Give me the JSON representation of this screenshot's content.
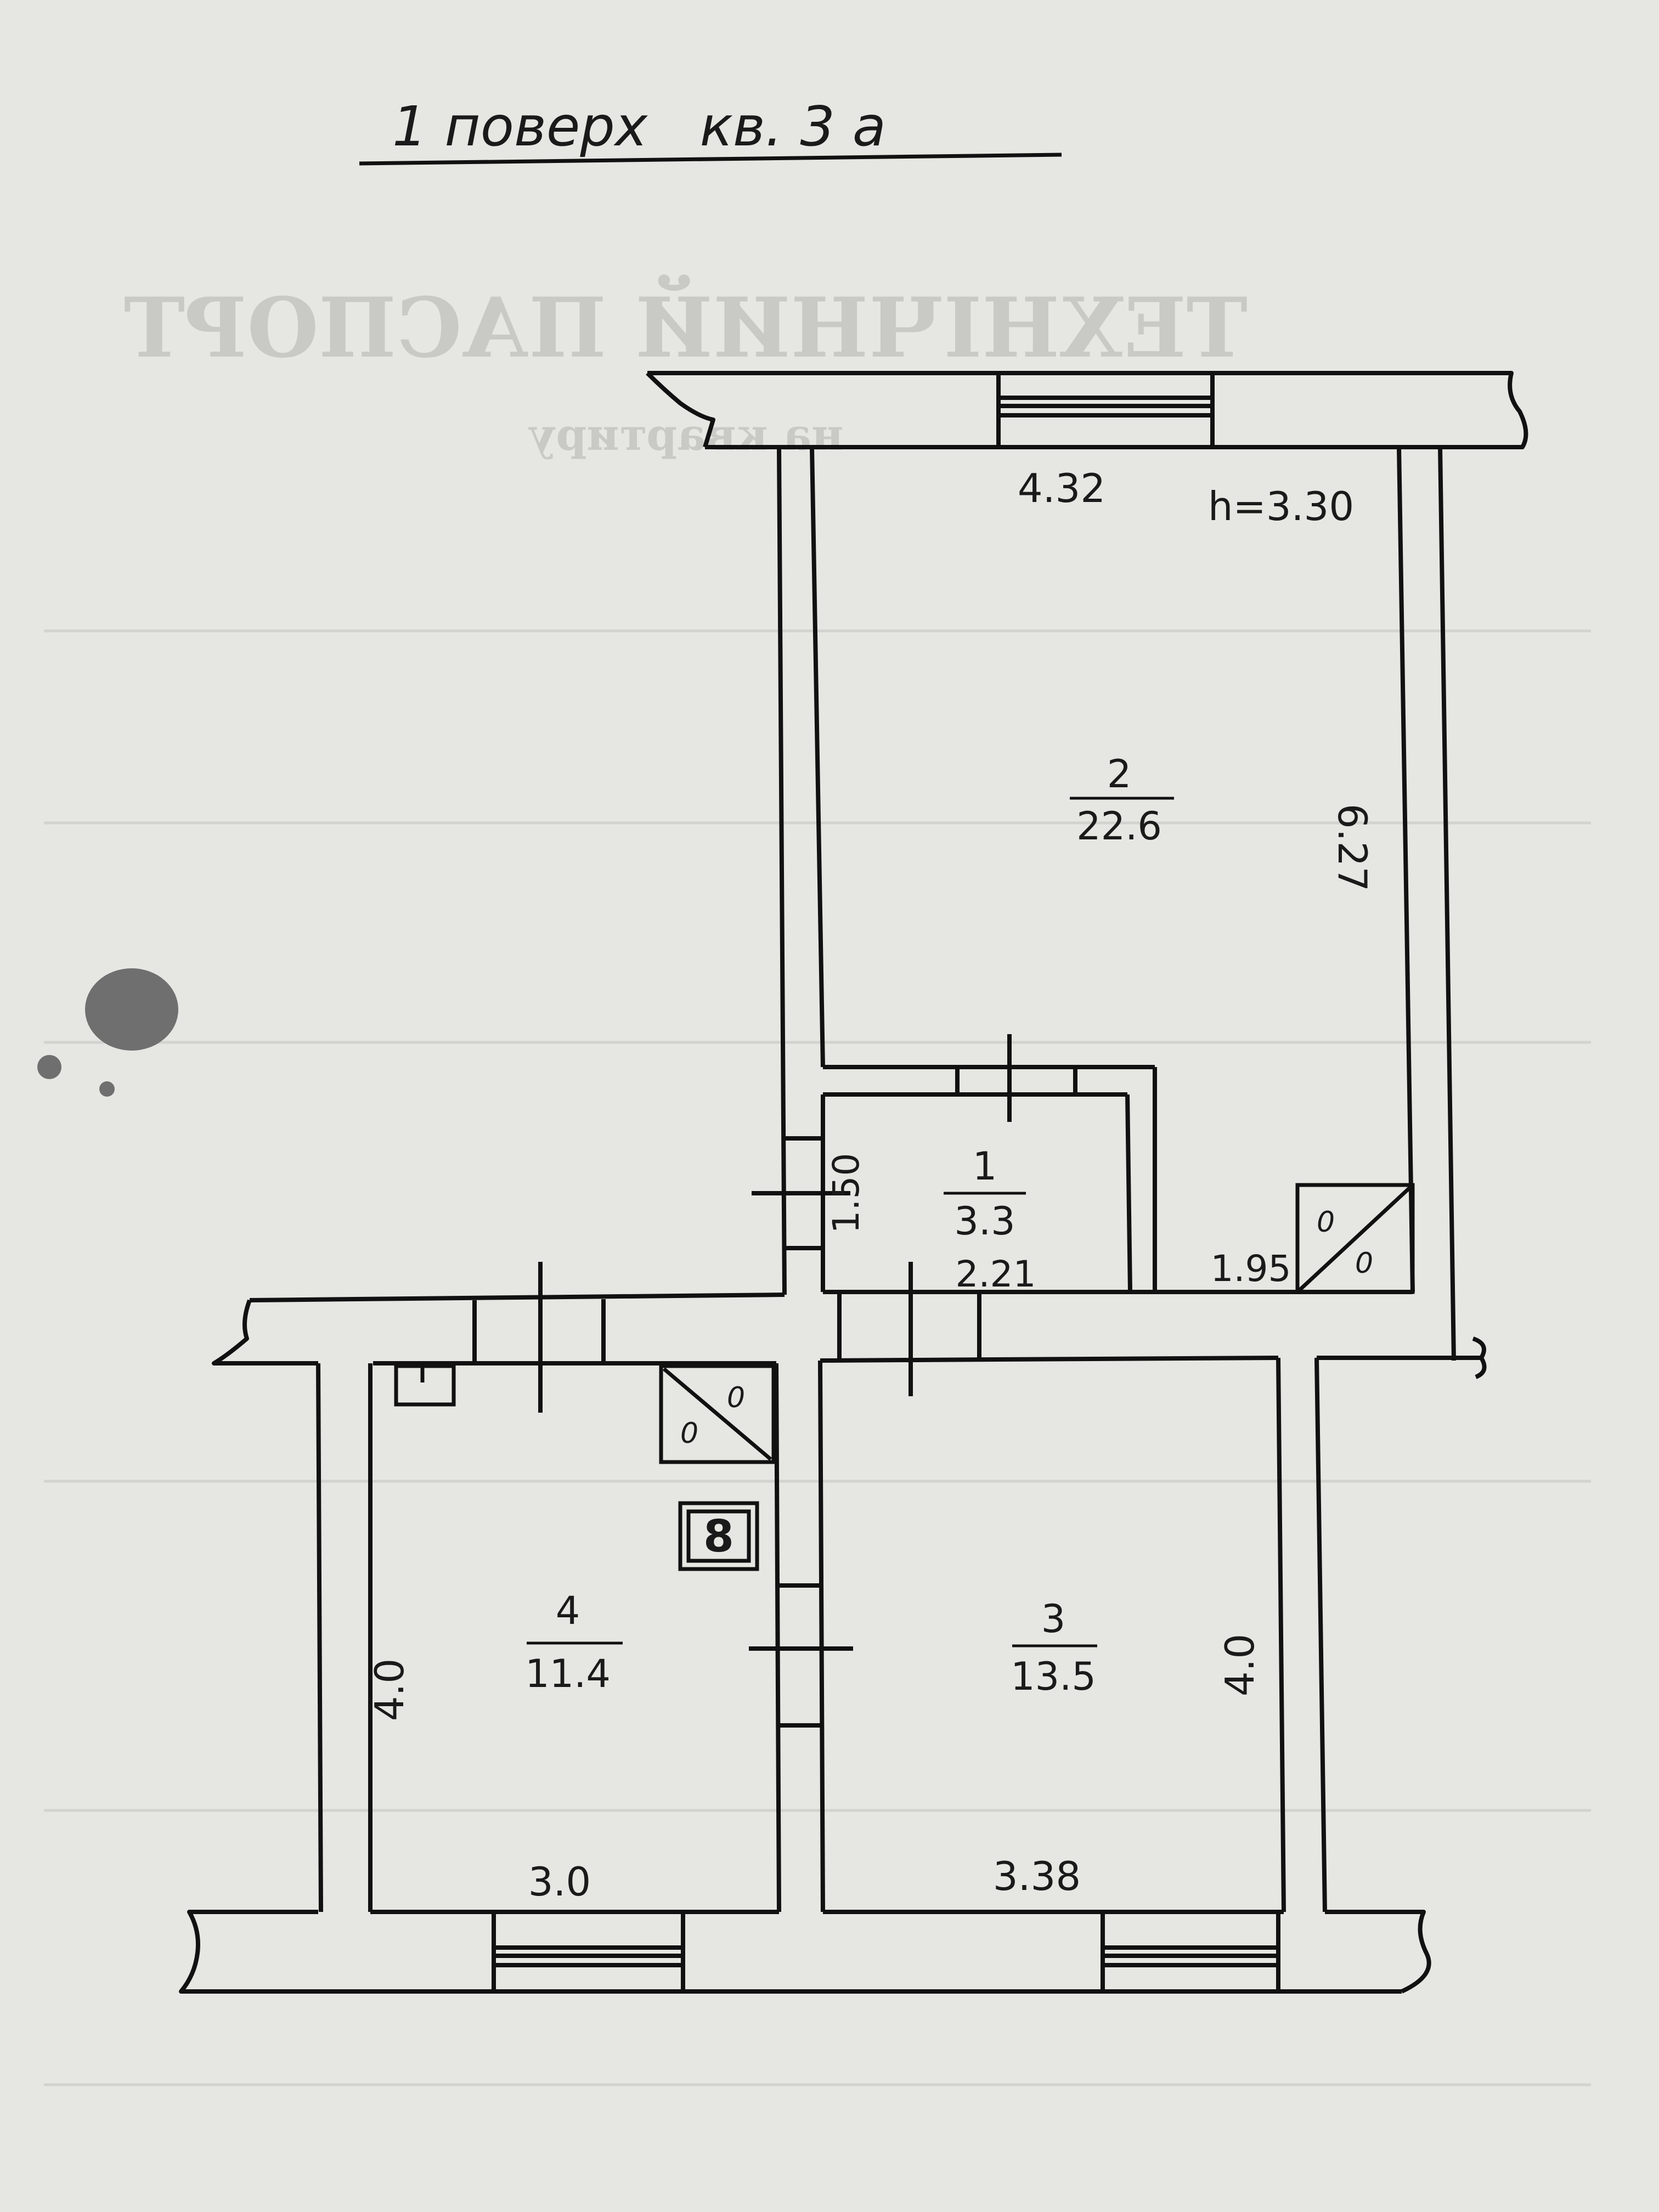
{
  "header": {
    "title": "1 поверх   кв. 3 а",
    "ghost_title": "ТЕХНІЧНИЙ ПАСПОРТ",
    "ghost_subtitle": "на квартиру"
  },
  "ceiling_height": "h=3.30",
  "rooms": [
    {
      "number": "1",
      "area": "3.3"
    },
    {
      "number": "2",
      "area": "22.6"
    },
    {
      "number": "3",
      "area": "13.5"
    },
    {
      "number": "4",
      "area": "11.4"
    }
  ],
  "dimensions": {
    "room2_width": "4.32",
    "room2_length": "6.27",
    "room1_height": "1.50",
    "room1_width": "2.21",
    "corridor_width": "1.95",
    "room4_height": "4.0",
    "room4_width": "3.0",
    "room3_height": "4.0",
    "room3_width": "3.38"
  },
  "fixtures": {
    "sink_room2": [
      "0",
      "0"
    ],
    "sink_room4": [
      "0",
      "0"
    ],
    "stove": "8"
  },
  "colors": {
    "paper": "#e6e6e2",
    "ink": "#111111",
    "ghost_print": "#c9c9c6",
    "stain": "#6f6f6f"
  }
}
